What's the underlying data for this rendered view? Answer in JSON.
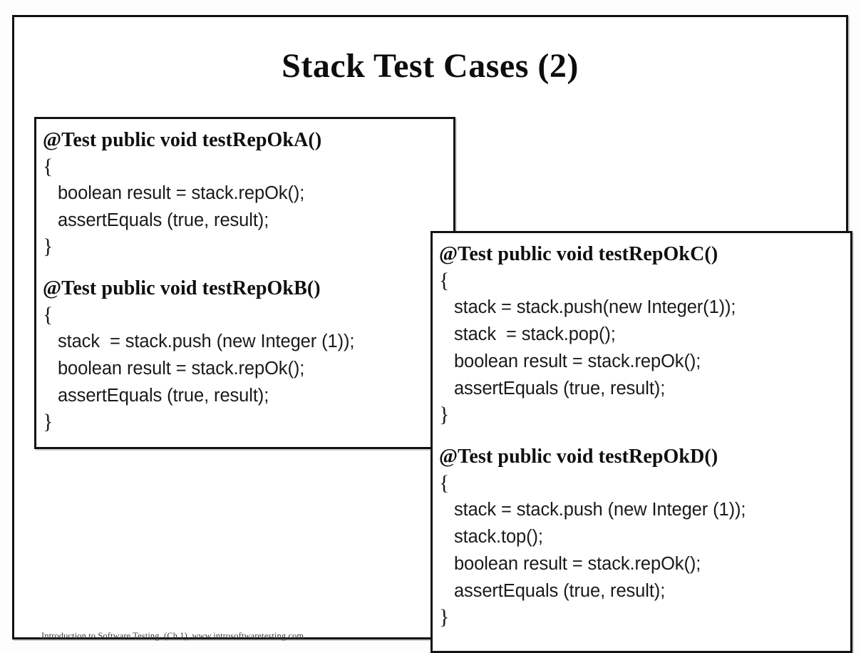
{
  "slide": {
    "title": "Stack Test Cases (2)",
    "footer": "Introduction to Software Testing  (Ch 1), www.introsoftwaretesting.com"
  },
  "left_box": {
    "methods": [
      {
        "signature": "@Test public void testRepOkA()",
        "open_brace": "{",
        "body": [
          "   boolean result = stack.repOk();",
          "   assertEquals (true, result);"
        ],
        "close_brace": "}"
      },
      {
        "signature": "@Test public void testRepOkB()",
        "open_brace": "{",
        "body": [
          "   stack  = stack.push (new Integer (1));",
          "   boolean result = stack.repOk();",
          "   assertEquals (true, result);"
        ],
        "close_brace": "}"
      }
    ]
  },
  "right_box": {
    "methods": [
      {
        "signature": "@Test public void testRepOkC()",
        "open_brace": "{",
        "body": [
          "   stack = stack.push(new Integer(1));",
          "   stack  = stack.pop();",
          "   boolean result = stack.repOk();",
          "   assertEquals (true, result);"
        ],
        "close_brace": "}"
      },
      {
        "signature": "@Test public void testRepOkD()",
        "open_brace": "{",
        "body": [
          "   stack = stack.push (new Integer (1));",
          "   stack.top();",
          "   boolean result = stack.repOk();",
          "   assertEquals (true, result);"
        ],
        "close_brace": "}"
      }
    ]
  },
  "colors": {
    "ink": "#111111",
    "page": "#ffffff",
    "border": "#131313"
  }
}
